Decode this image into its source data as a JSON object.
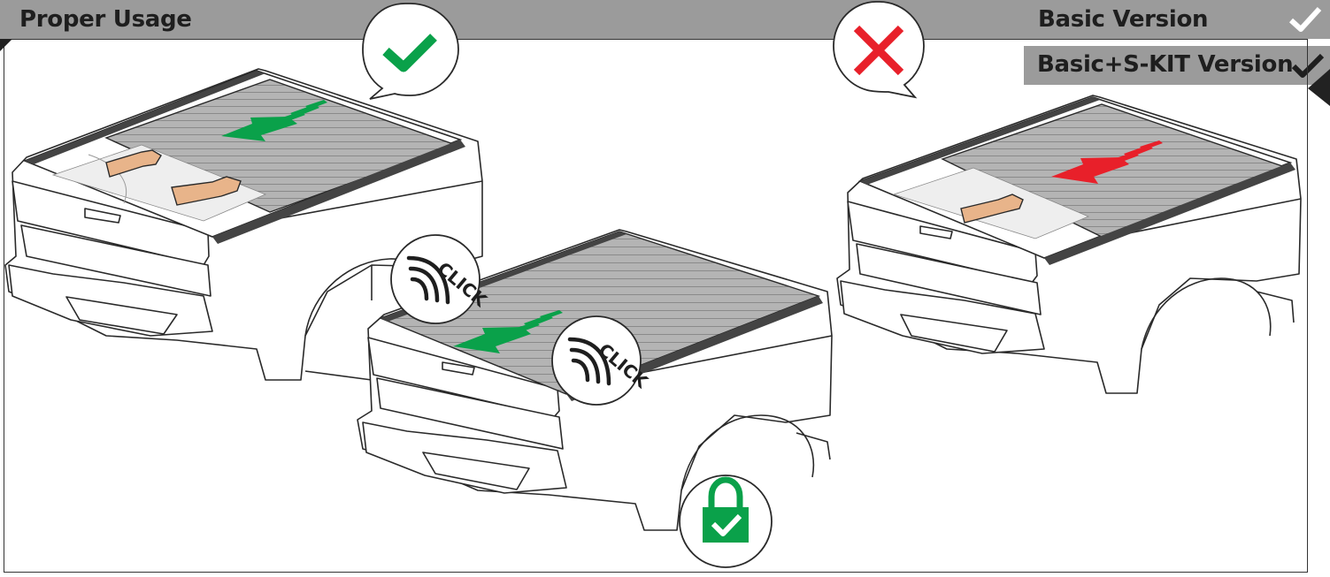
{
  "header": {
    "title": "Proper Usage",
    "version_basic": "Basic Version",
    "version_skit": "Basic+S-KIT Version"
  },
  "callouts": {
    "click_1": "CLICK",
    "click_2": "CLICK"
  },
  "colors": {
    "header_bg": "#9b9b9b",
    "correct_green": "#0aa14a",
    "wrong_red": "#e8202a",
    "slat_gray": "#a9a9a9",
    "skin": "#e8b48a"
  },
  "icons": [
    "checkmark-icon",
    "cross-icon",
    "lock-icon",
    "click-sound-icon",
    "arrow-icon"
  ]
}
